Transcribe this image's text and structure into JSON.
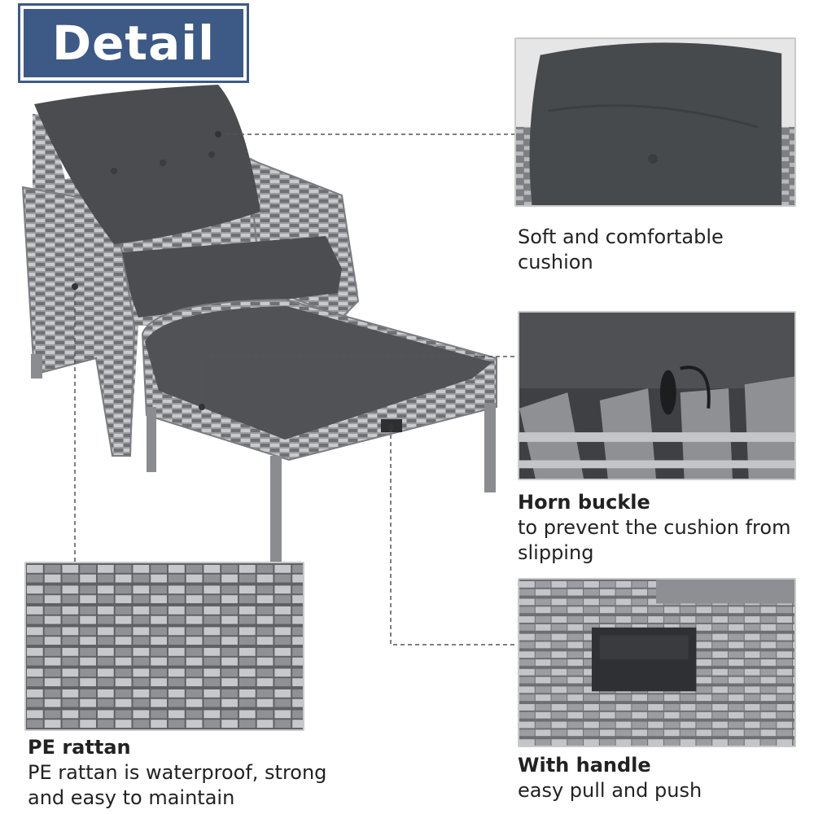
{
  "badge": {
    "title": "Detail",
    "color": "#3d5a86"
  },
  "features": {
    "cushion": {
      "title": "",
      "text": "Soft and comfortable cushion"
    },
    "buckle": {
      "title": "Horn buckle",
      "text": "to prevent the cushion from slipping"
    },
    "handle": {
      "title": "With handle",
      "text": "easy pull and push"
    },
    "rattan": {
      "title": "PE rattan",
      "text": "PE rattan is waterproof, strong and easy to maintain"
    }
  },
  "colors": {
    "cushion": "#4a4c4f",
    "rattan_light": "#b9bbbe",
    "rattan_dark": "#6b6d71",
    "frame": "#c9c9c9"
  }
}
